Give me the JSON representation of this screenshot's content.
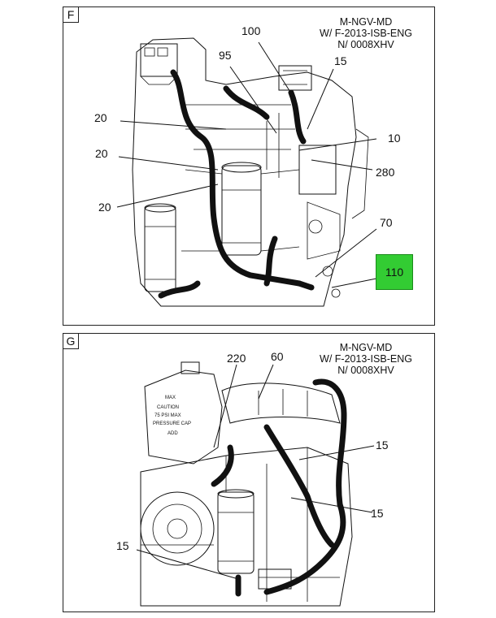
{
  "panels": [
    {
      "tag": "F",
      "note": [
        "M-NGV-MD",
        "W/ F-2013-ISB-ENG",
        "N/ 0008XHV"
      ],
      "callouts": [
        "100",
        "95",
        "15",
        "20",
        "10",
        "20",
        "280",
        "20",
        "70"
      ],
      "highlighted_callout": "110",
      "highlight_color": "#33cc33"
    },
    {
      "tag": "G",
      "note": [
        "M-NGV-MD",
        "W/ F-2013-ISB-ENG",
        "N/ 0008XHV"
      ],
      "callouts": [
        "220",
        "60",
        "15",
        "15",
        "15"
      ],
      "decal": [
        "MAX",
        "CAUTION",
        "75 PSI MAX",
        "PRESSURE CAP",
        "ADD"
      ]
    }
  ]
}
